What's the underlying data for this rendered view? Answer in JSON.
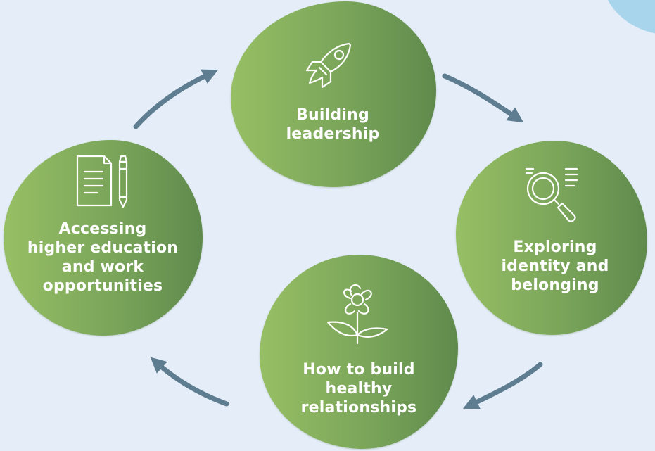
{
  "cycle": {
    "steps": [
      {
        "id": "leadership",
        "label": "Building\nleadership",
        "icon": "rocket-icon"
      },
      {
        "id": "identity",
        "label": "Exploring\nidentity and\nbelonging",
        "icon": "magnifier-icon"
      },
      {
        "id": "relationships",
        "label": "How to build\nhealthy\nrelationships",
        "icon": "flower-icon"
      },
      {
        "id": "education",
        "label": "Accessing\nhigher education\nand work\nopportunities",
        "icon": "document-pen-icon"
      }
    ]
  },
  "colors": {
    "background": "#e5eef8",
    "blob_light": "#97bf64",
    "blob_dark": "#5f8a4c",
    "arrow": "#5f7d90",
    "corner_accent": "#a9d5ec",
    "text": "#ffffff"
  }
}
